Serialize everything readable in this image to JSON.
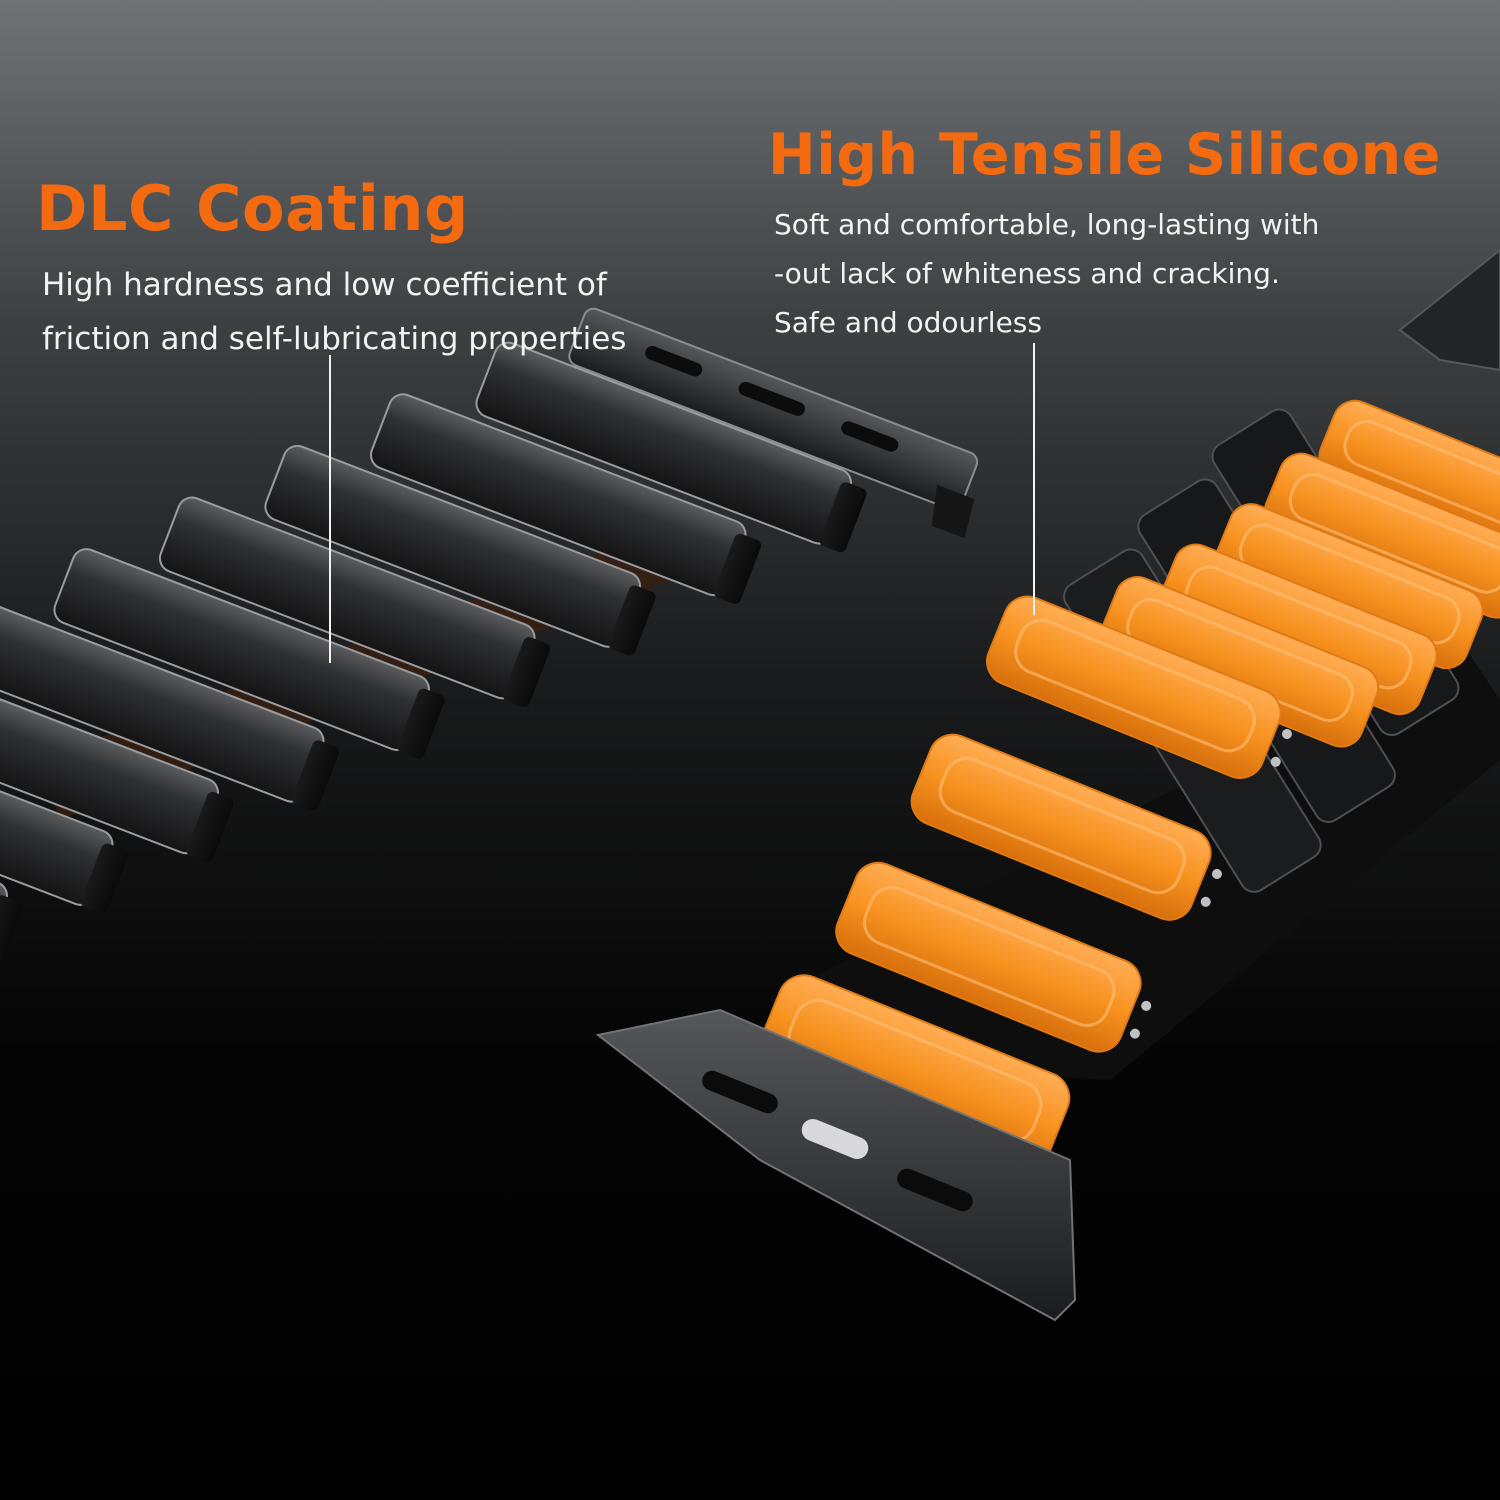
{
  "colors": {
    "accent": "#f36a10",
    "metal": "#2a2b2d",
    "silicone": "#f38a22"
  },
  "left_feature": {
    "title": "DLC Coating",
    "desc_lines": [
      "High hardness and low coefficient of",
      "friction and self-lubricating properties"
    ]
  },
  "right_feature": {
    "title": "High Tensile Silicone",
    "desc_lines": [
      "Soft and comfortable, long-lasting with",
      "-out lack of whiteness and cracking.",
      "Safe and odourless"
    ]
  }
}
